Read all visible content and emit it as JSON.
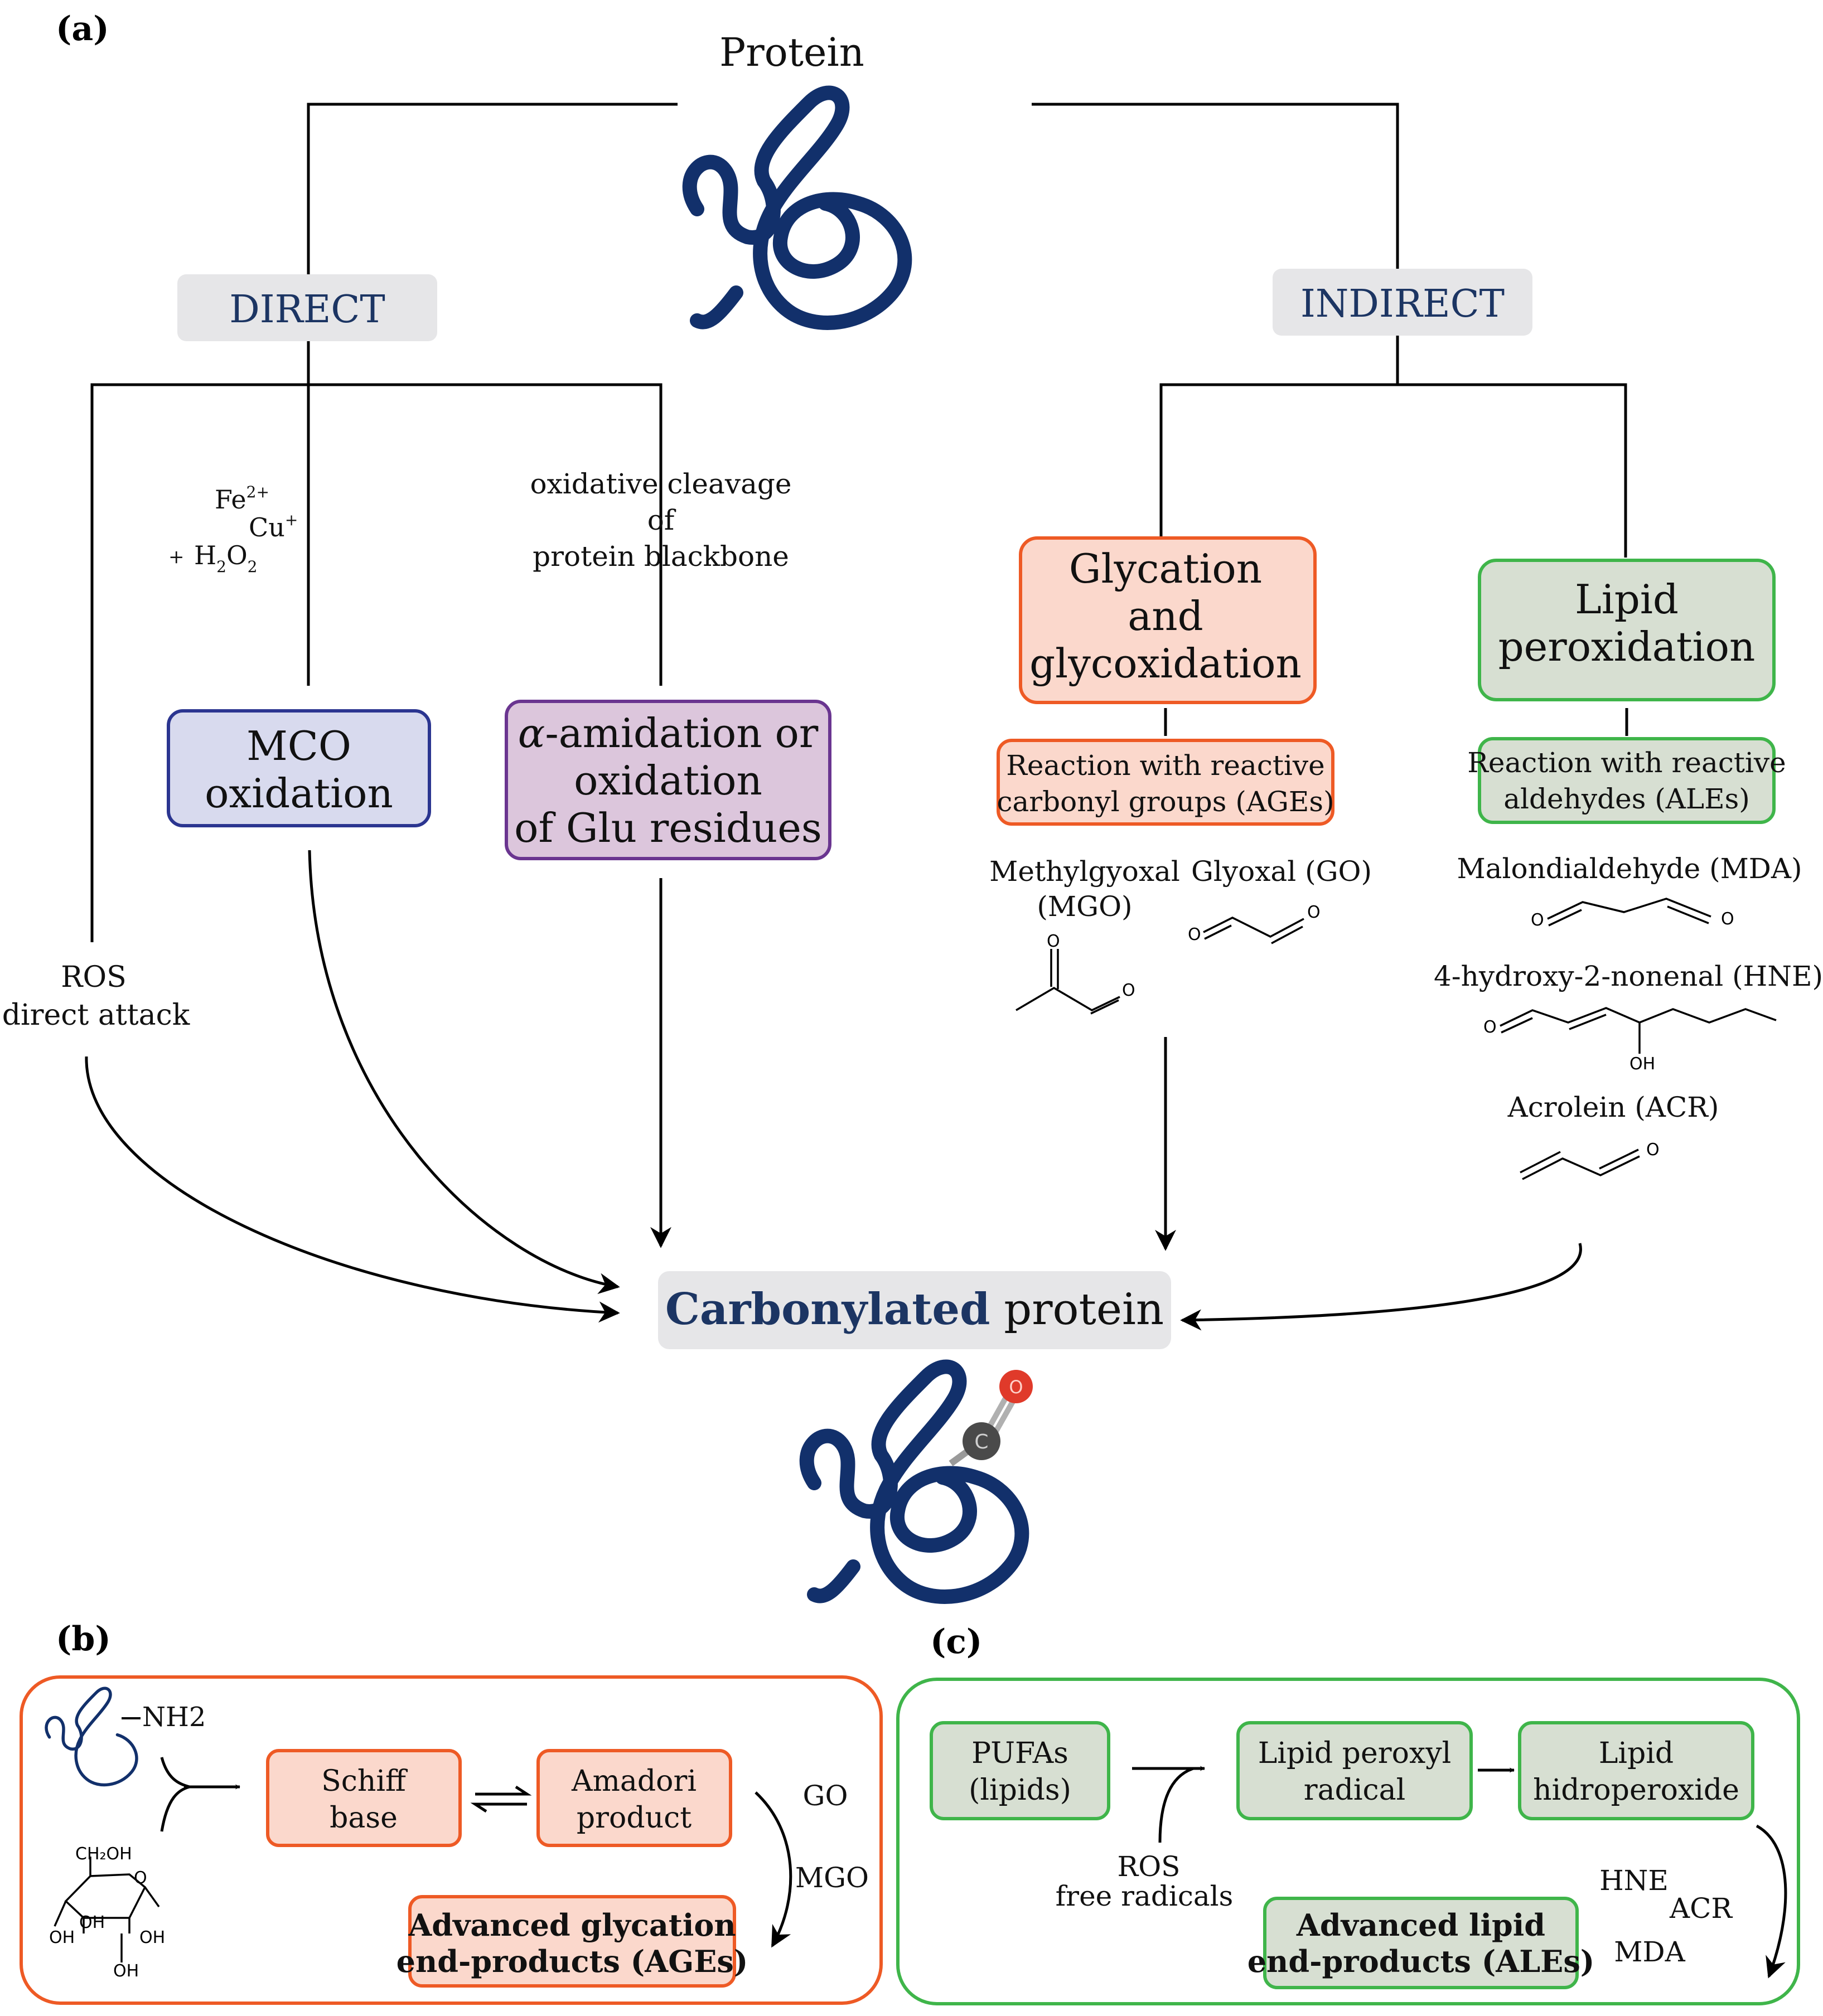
{
  "panels": {
    "a": "(a)",
    "b": "(b)",
    "c": "(c)"
  },
  "colors": {
    "navy": "#1c3563",
    "gray_box": "#e6e6e8",
    "mco_fill": "#d8daee",
    "mco_stroke": "#2b3590",
    "amid_fill": "#dcc6dc",
    "amid_stroke": "#6a3590",
    "orange_fill": "#fbd8cc",
    "orange_stroke": "#ee5a25",
    "green_fill": "#d7dfd2",
    "green_stroke": "#3fb54a",
    "oxygen": "#e03a2a",
    "carbon": "#4a4a4a"
  },
  "panel_a": {
    "protein_label": "Protein",
    "direct": "DIRECT",
    "indirect": "INDIRECT",
    "metals": {
      "fe": "Fe",
      "fe_sup": "2+",
      "cu": "Cu",
      "cu_sup": "+",
      "plus": "+",
      "h": "H",
      "sub2": "2",
      "o": "O"
    },
    "cleavage": [
      "oxidative cleavage",
      "of",
      "protein blackbone"
    ],
    "mco": [
      "MCO",
      "oxidation"
    ],
    "amidation": {
      "line1_symbol": "α",
      "line1_rest": "-amidation or",
      "line2": "oxidation",
      "line3": "of Glu residues"
    },
    "ros_attack": [
      "ROS",
      "direct attack"
    ],
    "glycation": [
      "Glycation",
      "and",
      "glycoxidation"
    ],
    "lipid_perox": [
      "Lipid",
      "peroxidation"
    ],
    "reaction_ages": [
      "Reaction with reactive",
      "carbonyl groups (AGEs)"
    ],
    "reaction_ales": [
      "Reaction with reactive",
      "aldehydes (ALEs)"
    ],
    "mgo": [
      "Methylgyoxal",
      "(MGO)"
    ],
    "go": "Glyoxal (GO)",
    "mda": "Malondialdehyde (MDA)",
    "hne": "4-hydroxy-2-nonenal (HNE)",
    "acr": "Acrolein (ACR)",
    "atom_o": "O",
    "atom_oh": "OH",
    "carbonylated_bold": "Carbonylated",
    "carbonylated_rest": "protein",
    "atom_c": "C"
  },
  "panel_b": {
    "nh2": "NH2",
    "schiff": [
      "Schiff",
      "base"
    ],
    "amadori": [
      "Amadori",
      "product"
    ],
    "go": "GO",
    "mgo": "MGO",
    "ages": [
      "Advanced glycation",
      "end-products (AGEs)"
    ],
    "sugar": {
      "ch2oh": "CH₂OH",
      "o": "O",
      "oh": "OH"
    }
  },
  "panel_c": {
    "pufas": [
      "PUFAs",
      "(lipids)"
    ],
    "peroxyl": [
      "Lipid peroxyl",
      "radical"
    ],
    "hydroperoxide": [
      "Lipid",
      "hidroperoxide"
    ],
    "ros": [
      "ROS",
      "free radicals"
    ],
    "hne": "HNE",
    "acr": "ACR",
    "mda": "MDA",
    "ales": [
      "Advanced lipid",
      "end-products (ALEs)"
    ]
  }
}
